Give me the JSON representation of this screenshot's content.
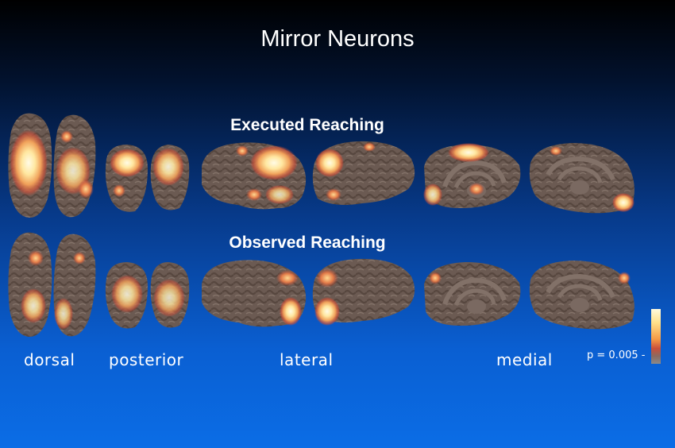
{
  "title": "Mirror Neurons",
  "rows": {
    "executed": "Executed Reaching",
    "observed": "Observed Reaching"
  },
  "views": {
    "dorsal": "dorsal",
    "posterior": "posterior",
    "lateral": "lateral",
    "medial": "medial"
  },
  "scale": {
    "threshold_label": "p = 0.005 -"
  },
  "colors": {
    "cortex": "#6b5a52",
    "activation_low": "#c9503b",
    "activation_high": "#fff7c8"
  }
}
